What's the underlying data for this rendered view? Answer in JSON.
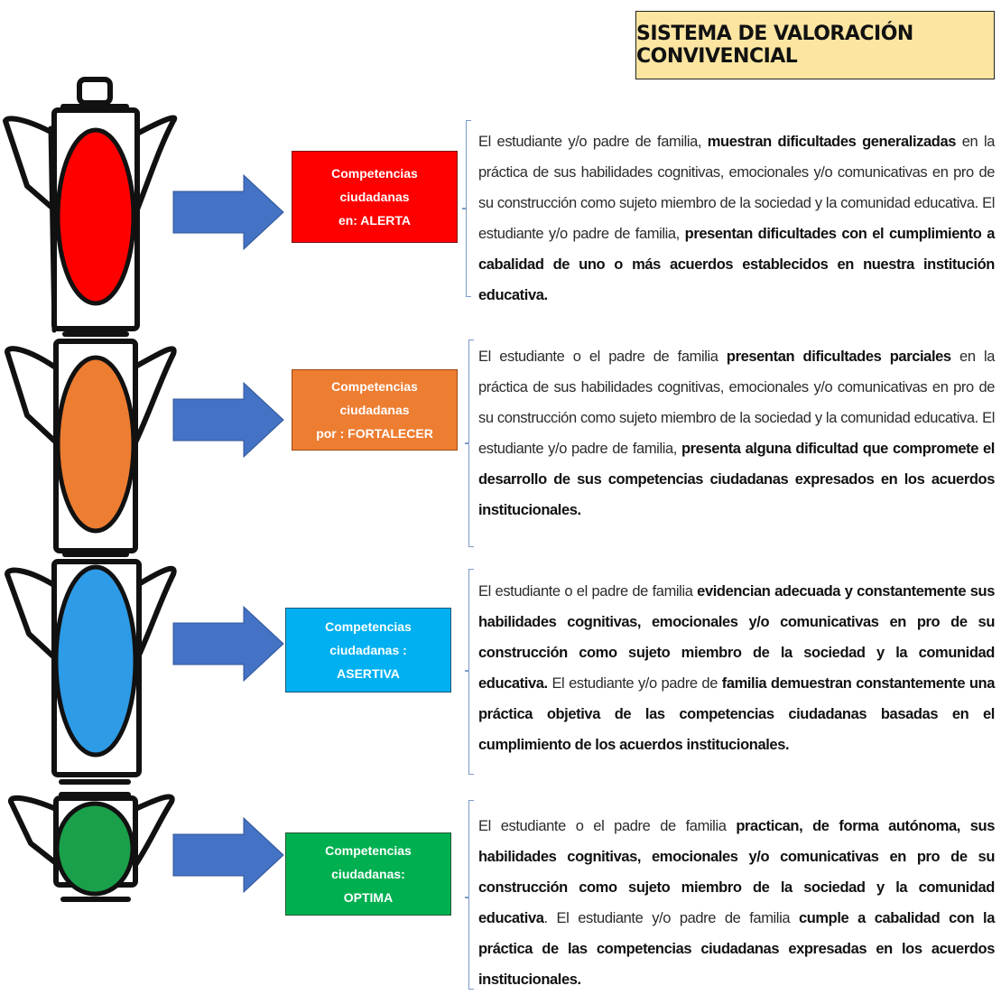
{
  "title": "SISTEMA DE VALORACIÓN CONVIVENCIAL",
  "levels": [
    {
      "color": "#ff0000",
      "label_line1": "Competencias ciudadanas",
      "label_line2": "en: ALERTA",
      "description": [
        {
          "text": "El estudiante y/o padre de familia, ",
          "bold": false
        },
        {
          "text": "muestran dificultades generalizadas",
          "bold": true
        },
        {
          "text": " en la práctica de sus habilidades cognitivas, emocionales y/o  comunicativas en pro de su construcción como sujeto miembro de la sociedad y la comunidad educativa. El estudiante y/o padre de familia, ",
          "bold": false
        },
        {
          "text": "presentan dificultades con el cumplimiento a cabalidad de uno o más acuerdos establecidos en nuestra institución educativa.",
          "bold": true
        }
      ]
    },
    {
      "color": "#ed7d31",
      "label_line1": "Competencias ciudadanas",
      "label_line2": "por : FORTALECER",
      "description": [
        {
          "text": "El estudiante o el padre de familia ",
          "bold": false
        },
        {
          "text": "presentan dificultades parciales",
          "bold": true
        },
        {
          "text": " en la práctica de sus habilidades cognitivas, emocionales y/o comunicativas en pro de su construcción como sujeto miembro de la sociedad y la comunidad educativa.  El estudiante y/o padre de familia, ",
          "bold": false
        },
        {
          "text": "presenta alguna dificultad que compromete el desarrollo de sus competencias ciudadanas expresados en los acuerdos institucionales.",
          "bold": true
        }
      ]
    },
    {
      "color": "#00b0f0",
      "label_line1": "Competencias ciudadanas :",
      "label_line2": "ASERTIVA",
      "description": [
        {
          "text": "El estudiante o el padre de familia ",
          "bold": false
        },
        {
          "text": "evidencian adecuada y constantemente sus habilidades cognitivas, emocionales y/o comunicativas en pro de su construcción como sujeto miembro de la sociedad y la comunidad educativa.",
          "bold": true
        },
        {
          "text": " El estudiante y/o padre de ",
          "bold": false
        },
        {
          "text": "familia demuestran constantemente una práctica objetiva de las competencias ciudadanas basadas en el cumplimiento de los acuerdos institucionales.",
          "bold": true
        }
      ]
    },
    {
      "color": "#00b050",
      "label_line1": "Competencias ciudadanas:",
      "label_line2": "OPTIMA",
      "description": [
        {
          "text": "El estudiante o el padre de familia ",
          "bold": false
        },
        {
          "text": "practican, de forma autónoma, sus habilidades cognitivas, emocionales y/o comunicativas en pro de su construcción como sujeto miembro de la sociedad y la comunidad educativa",
          "bold": true
        },
        {
          "text": ". El estudiante y/o padre de familia ",
          "bold": false
        },
        {
          "text": "cumple a cabalidad con la práctica de las competencias ciudadanas expresadas en los acuerdos institucionales.",
          "bold": true
        }
      ]
    }
  ],
  "colors": {
    "title_bg": "#fbe5a1",
    "arrow": "#4472c4",
    "bracket": "#7d9bc9",
    "red_lens": "#ff0000",
    "orange_lens": "#ed7d31",
    "blue_lens": "#2e9be6",
    "green_lens": "#1aa04a"
  }
}
